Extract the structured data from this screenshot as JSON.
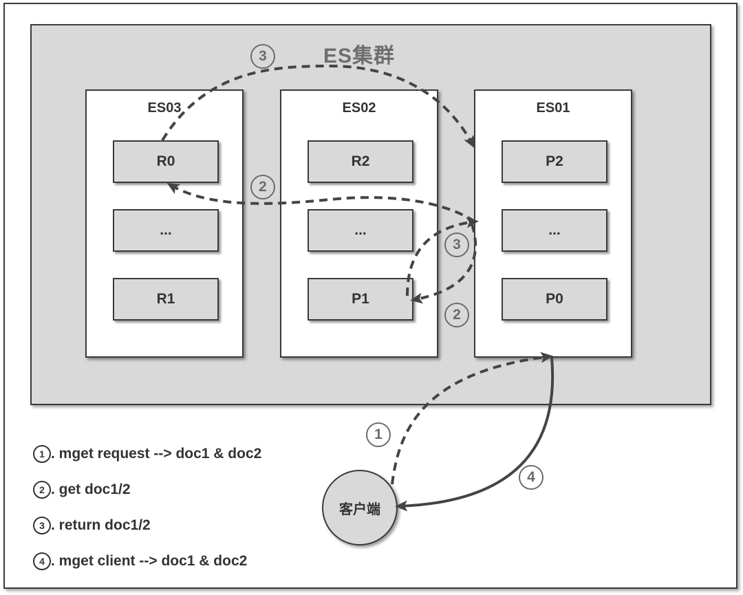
{
  "diagram": {
    "cluster_title": "ES集群",
    "nodes": [
      {
        "name": "ES03",
        "shards": [
          "R0",
          "...",
          "R1"
        ]
      },
      {
        "name": "ES02",
        "shards": [
          "R2",
          "...",
          "P1"
        ]
      },
      {
        "name": "ES01",
        "shards": [
          "P2",
          "...",
          "P0"
        ]
      }
    ],
    "client_label": "客户端",
    "step_markers": {
      "one": "1",
      "two": "2",
      "three": "3",
      "four": "4"
    },
    "legend": [
      {
        "num": "1",
        "text": ". mget request --> doc1 & doc2"
      },
      {
        "num": "2",
        "text": ". get doc1/2"
      },
      {
        "num": "3",
        "text": ". return doc1/2"
      },
      {
        "num": "4",
        "text": ". mget client --> doc1 & doc2"
      }
    ],
    "colors": {
      "cluster_fill": "#d9d9d9",
      "shard_fill": "#d9d9d9",
      "arrow": "#444444",
      "marker": "#6b6b6b"
    }
  }
}
